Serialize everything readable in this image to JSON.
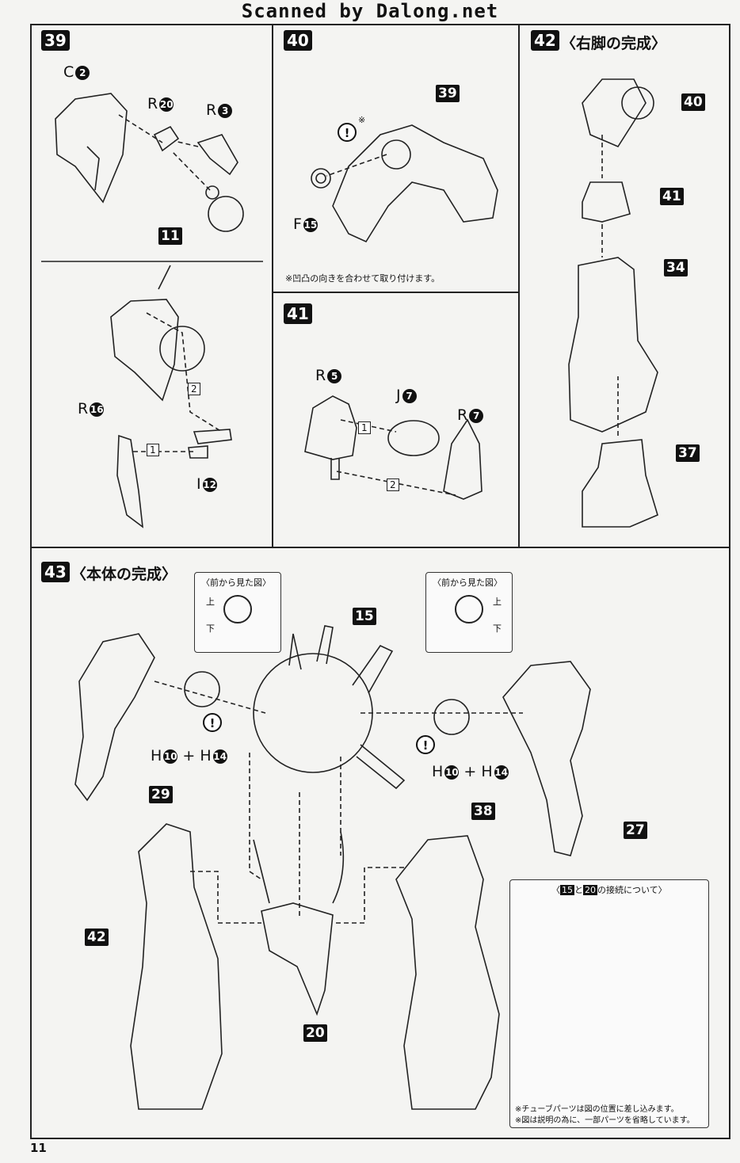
{
  "watermark": "Scanned by Dalong.net",
  "page_number": "11",
  "steps": {
    "s39": {
      "num": "39",
      "labels": {
        "c2": "C",
        "r20": "R",
        "r3": "R",
        "r16": "R",
        "i12": "I"
      },
      "circles": {
        "c2": "2",
        "r20": "20",
        "r3": "3",
        "r16": "16",
        "i12": "12"
      },
      "part_tag": "11",
      "step1": "1",
      "step2": "2"
    },
    "s40": {
      "num": "40",
      "labels": {
        "f15": "F"
      },
      "circles": {
        "f15": "15"
      },
      "part_tag": "39",
      "asterisk": "※",
      "note": "※凹凸の向きを合わせて取り付けます。"
    },
    "s41": {
      "num": "41",
      "labels": {
        "r5": "R",
        "j7": "J",
        "r7": "R"
      },
      "circles": {
        "r5": "5",
        "j7": "7",
        "r7": "7"
      },
      "step1": "1",
      "step2": "2"
    },
    "s42": {
      "num": "42",
      "title": "〈右脚の完成〉",
      "tags": [
        "40",
        "41",
        "34",
        "37"
      ]
    },
    "s43": {
      "num": "43",
      "title": "〈本体の完成〉",
      "front_view_left": {
        "caption": "〈前から見た図〉",
        "up": "上",
        "down": "下"
      },
      "front_view_right": {
        "caption": "〈前から見た図〉",
        "up": "上",
        "down": "下"
      },
      "tags": {
        "t15": "15",
        "t29": "29",
        "t27": "27",
        "t38": "38",
        "t42": "42",
        "t20": "20"
      },
      "combo_left": {
        "h1": "H",
        "c1": "10",
        "plus": "+",
        "h2": "H",
        "c2": "14"
      },
      "combo_right": {
        "h1": "H",
        "c1": "10",
        "plus": "+",
        "h2": "H",
        "c2": "14"
      },
      "connection_box": {
        "title_pre": "〈",
        "n1": "15",
        "mid": "と",
        "n2": "20",
        "title_post": "の接続について〉",
        "note1": "※チューブパーツは図の位置に差し込みます。",
        "note2": "※図は説明の為に、一部パーツを省略しています。"
      }
    }
  }
}
